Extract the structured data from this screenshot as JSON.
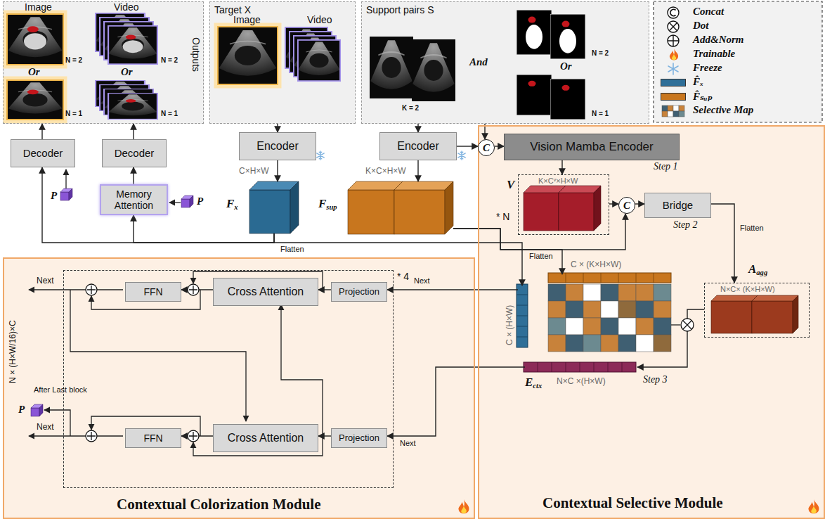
{
  "diagram": {
    "nodes": [
      {
        "text": [
          "Outputs"
        ]
      },
      {
        "text": [
          "Target X"
        ]
      },
      {
        "text": [
          "Support pairs S"
        ]
      },
      {
        "text": [
          "Encoder"
        ]
      },
      {
        "text": [
          "Encoder"
        ]
      },
      {
        "text": [
          "Decoder"
        ]
      },
      {
        "text": [
          "Decoder"
        ]
      },
      {
        "text": [
          "Memory Attention"
        ]
      },
      {
        "text": [
          "F",
          "x",
          "C×H×W"
        ]
      },
      {
        "text": [
          "F",
          "sup",
          "K×C×H×W"
        ]
      },
      {
        "text": [
          "Contextual Selective Module"
        ]
      },
      {
        "text": [
          "C"
        ],
        "in": 10
      },
      {
        "text": [
          "Vision Mamba Encoder"
        ],
        "in": 10
      },
      {
        "text": [
          "V",
          "K×Cᵛ×H×W"
        ],
        "in": 10
      },
      {
        "text": [
          "C"
        ],
        "in": 10
      },
      {
        "text": [
          "Bridge"
        ],
        "in": 10
      },
      {
        "text": [
          "C × (K×H×W)"
        ],
        "in": 10
      },
      {
        "text": [
          "C × (H×W)"
        ],
        "in": 10
      },
      {
        "text": [
          "A",
          "agg",
          "N×C× (K×H×W)"
        ],
        "in": 10
      },
      {
        "text": [
          "E",
          "ctx",
          "N×C ×(H×W)"
        ],
        "in": 10
      },
      {
        "text": [
          "Contextual Colorization Module"
        ]
      },
      {
        "text": [
          "* 4"
        ],
        "in": 20
      },
      {
        "text": [
          "Cross Attention"
        ],
        "in": 21
      },
      {
        "text": [
          "FFN"
        ],
        "in": 21
      },
      {
        "text": [
          "Projection"
        ],
        "in": 21
      },
      {
        "text": [
          "Cross Attention"
        ],
        "in": 21
      },
      {
        "text": [
          "FFN"
        ],
        "in": 21
      },
      {
        "text": [
          "Projection"
        ],
        "in": 21
      }
    ],
    "edges": [
      {
        "from": 1,
        "to": 3,
        "arrow": "to"
      },
      {
        "from": 2,
        "to": 4,
        "arrow": "to"
      },
      {
        "from": 2,
        "to": 11,
        "arrow": "to"
      },
      {
        "from": 4,
        "to": 11,
        "arrow": "to"
      },
      {
        "from": 11,
        "to": 12,
        "arrow": "to"
      },
      {
        "from": 3,
        "to": 8,
        "arrow": "to"
      },
      {
        "from": 4,
        "to": 9,
        "arrow": "to"
      },
      {
        "from": 12,
        "to": 13,
        "arrow": "to"
      },
      {
        "from": 13,
        "to": 14,
        "arrow": "to"
      },
      {
        "from": 9,
        "to": 14,
        "arrow": "to"
      },
      {
        "from": 14,
        "to": 15,
        "arrow": "to"
      },
      {
        "from": 9,
        "to": 16,
        "label": "Flatten",
        "arrow": "to"
      },
      {
        "from": 8,
        "to": 17,
        "label": "Flatten",
        "arrow": "to"
      },
      {
        "from": 15,
        "to": 18,
        "label": "Flatten",
        "arrow": "to"
      },
      {
        "from": 18,
        "to": 19,
        "arrow": "to"
      },
      {
        "from": 8,
        "to": 5,
        "arrow": "to"
      },
      {
        "from": 8,
        "to": 7,
        "arrow": "to"
      },
      {
        "from": 7,
        "to": 6,
        "arrow": "to"
      },
      {
        "from": 5,
        "to": 0,
        "arrow": "to"
      },
      {
        "from": 6,
        "to": 0,
        "arrow": "to"
      },
      {
        "from": 17,
        "to": 24,
        "label": "Next",
        "arrow": "to"
      },
      {
        "from": 19,
        "to": 27,
        "label": "Next",
        "arrow": "to"
      },
      {
        "from": 24,
        "to": 22,
        "arrow": "to"
      },
      {
        "from": 22,
        "to": 23,
        "arrow": "to"
      },
      {
        "from": 27,
        "to": 25,
        "arrow": "to"
      },
      {
        "from": 25,
        "to": 26,
        "arrow": "to"
      }
    ],
    "labels": [
      "Image",
      "Video",
      "Or",
      "N = 2",
      "Or",
      "N = 2",
      "N = 1",
      "N = 1",
      "Image",
      "Video",
      "And",
      "Or",
      "N = 2",
      "N = 1",
      "K = 2",
      "P",
      "P",
      "Step 1",
      "* N",
      "Step 2",
      "Step 3",
      "Next",
      "Next",
      "After Last block",
      "P",
      "N × (H×W/16)×C"
    ],
    "legend": [
      {
        "text": "Concat"
      },
      {
        "text": "Dot"
      },
      {
        "text": "Add&Norm"
      },
      {
        "text": "Trainable"
      },
      {
        "text": "Freeze"
      },
      {
        "text": "F̂ₓ",
        "color": "#2f6f98"
      },
      {
        "text": "F̂ₛᵤₚ",
        "color": "#c8761e"
      },
      {
        "text": "Selective Map"
      }
    ]
  }
}
